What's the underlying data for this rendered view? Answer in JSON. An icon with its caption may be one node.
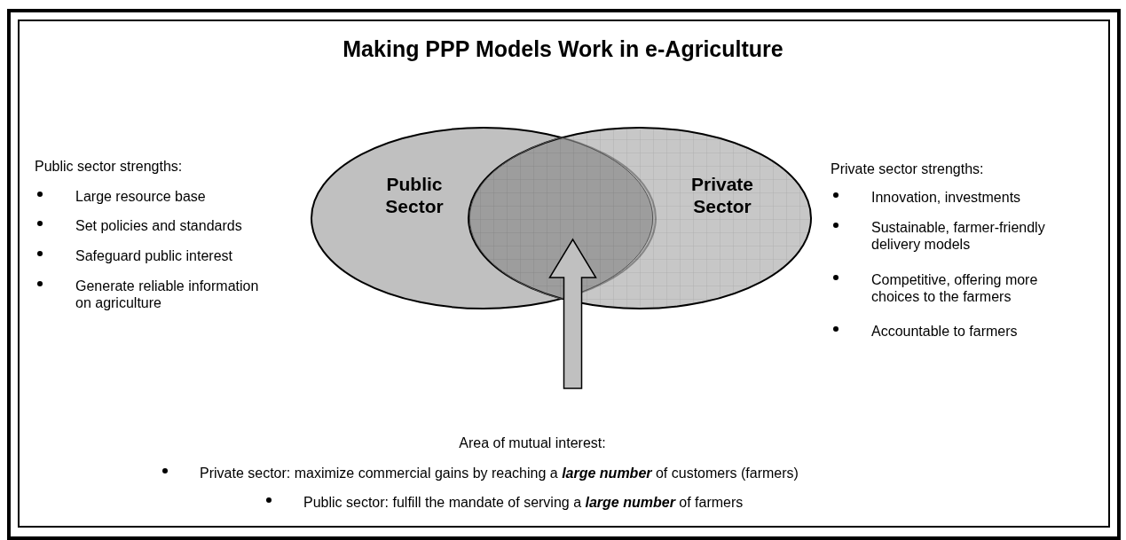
{
  "diagram": {
    "title": "Making PPP Models Work in e-Agriculture",
    "nodes": [
      {
        "text": [
          "Public Sector"
        ]
      },
      {
        "text": [
          "Private Sector"
        ]
      },
      {
        "text": [
          "Area of mutual interest:",
          "Private sector: maximize commercial gains by reaching a **large number** of customers (farmers)",
          "Public sector: fulfill the mandate of serving a **large number** of farmers"
        ]
      },
      {
        "text": [],
        "shape": "lens"
      }
    ],
    "edges": [
      {
        "from": 2,
        "to": 3,
        "arrow": "to"
      }
    ],
    "labels": [
      "Public sector strengths:",
      "Large resource base",
      "Set policies and standards",
      "Safeguard public interest",
      "Generate reliable information on agriculture",
      "Private sector strengths:",
      "Innovation, investments",
      "Sustainable, farmer-friendly delivery models",
      "Competitive, offering more choices to the farmers",
      "Accountable to farmers"
    ]
  }
}
